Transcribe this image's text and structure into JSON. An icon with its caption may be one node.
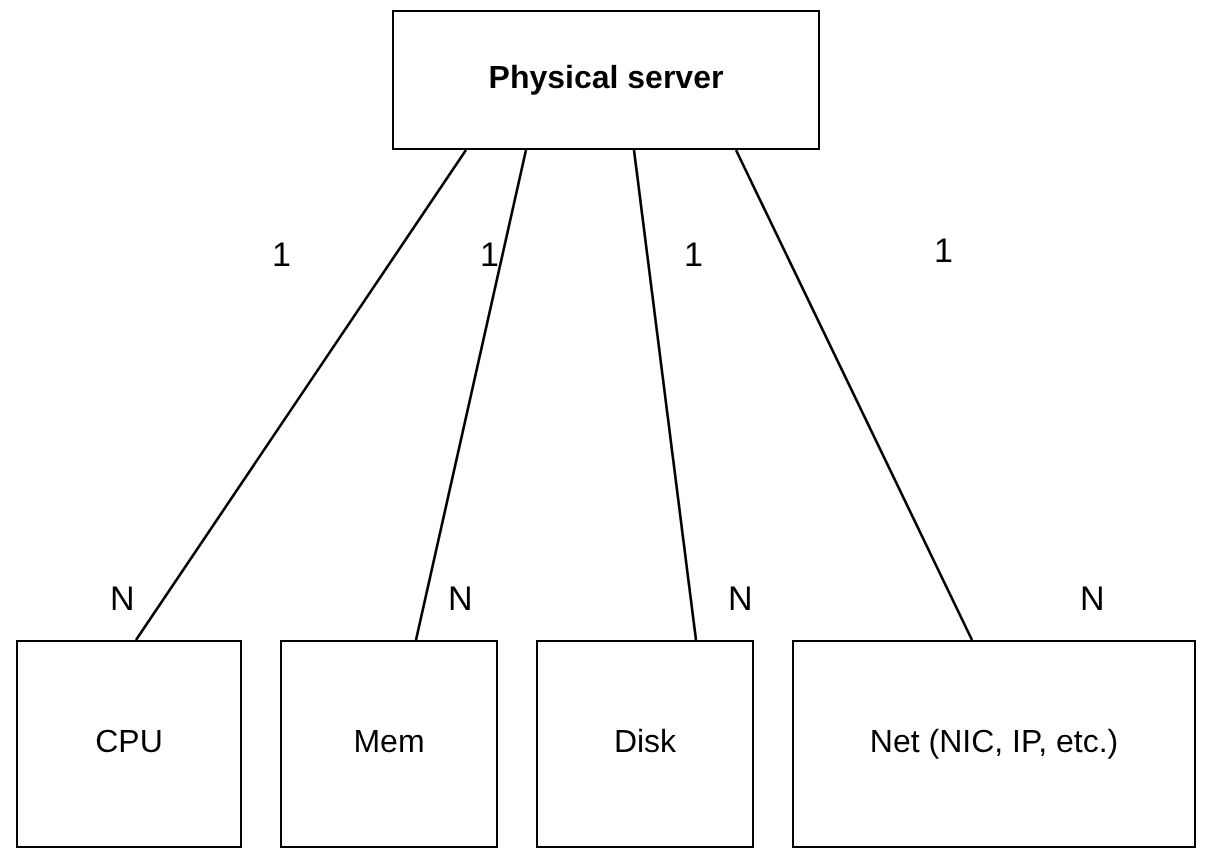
{
  "diagram": {
    "nodes": [
      {
        "text": [
          "Physical server"
        ]
      },
      {
        "text": [
          "CPU"
        ]
      },
      {
        "text": [
          "Mem"
        ]
      },
      {
        "text": [
          "Disk"
        ]
      },
      {
        "text": [
          "Net (NIC, IP, etc.)"
        ]
      }
    ],
    "edges": [
      {
        "from": 0,
        "to": 1,
        "arrow": "none"
      },
      {
        "from": 0,
        "to": 2,
        "arrow": "none"
      },
      {
        "from": 0,
        "to": 3,
        "arrow": "none"
      },
      {
        "from": 0,
        "to": 4,
        "arrow": "none"
      }
    ],
    "labels": [
      "1",
      "1",
      "1",
      "1",
      "N",
      "N",
      "N",
      "N"
    ]
  }
}
